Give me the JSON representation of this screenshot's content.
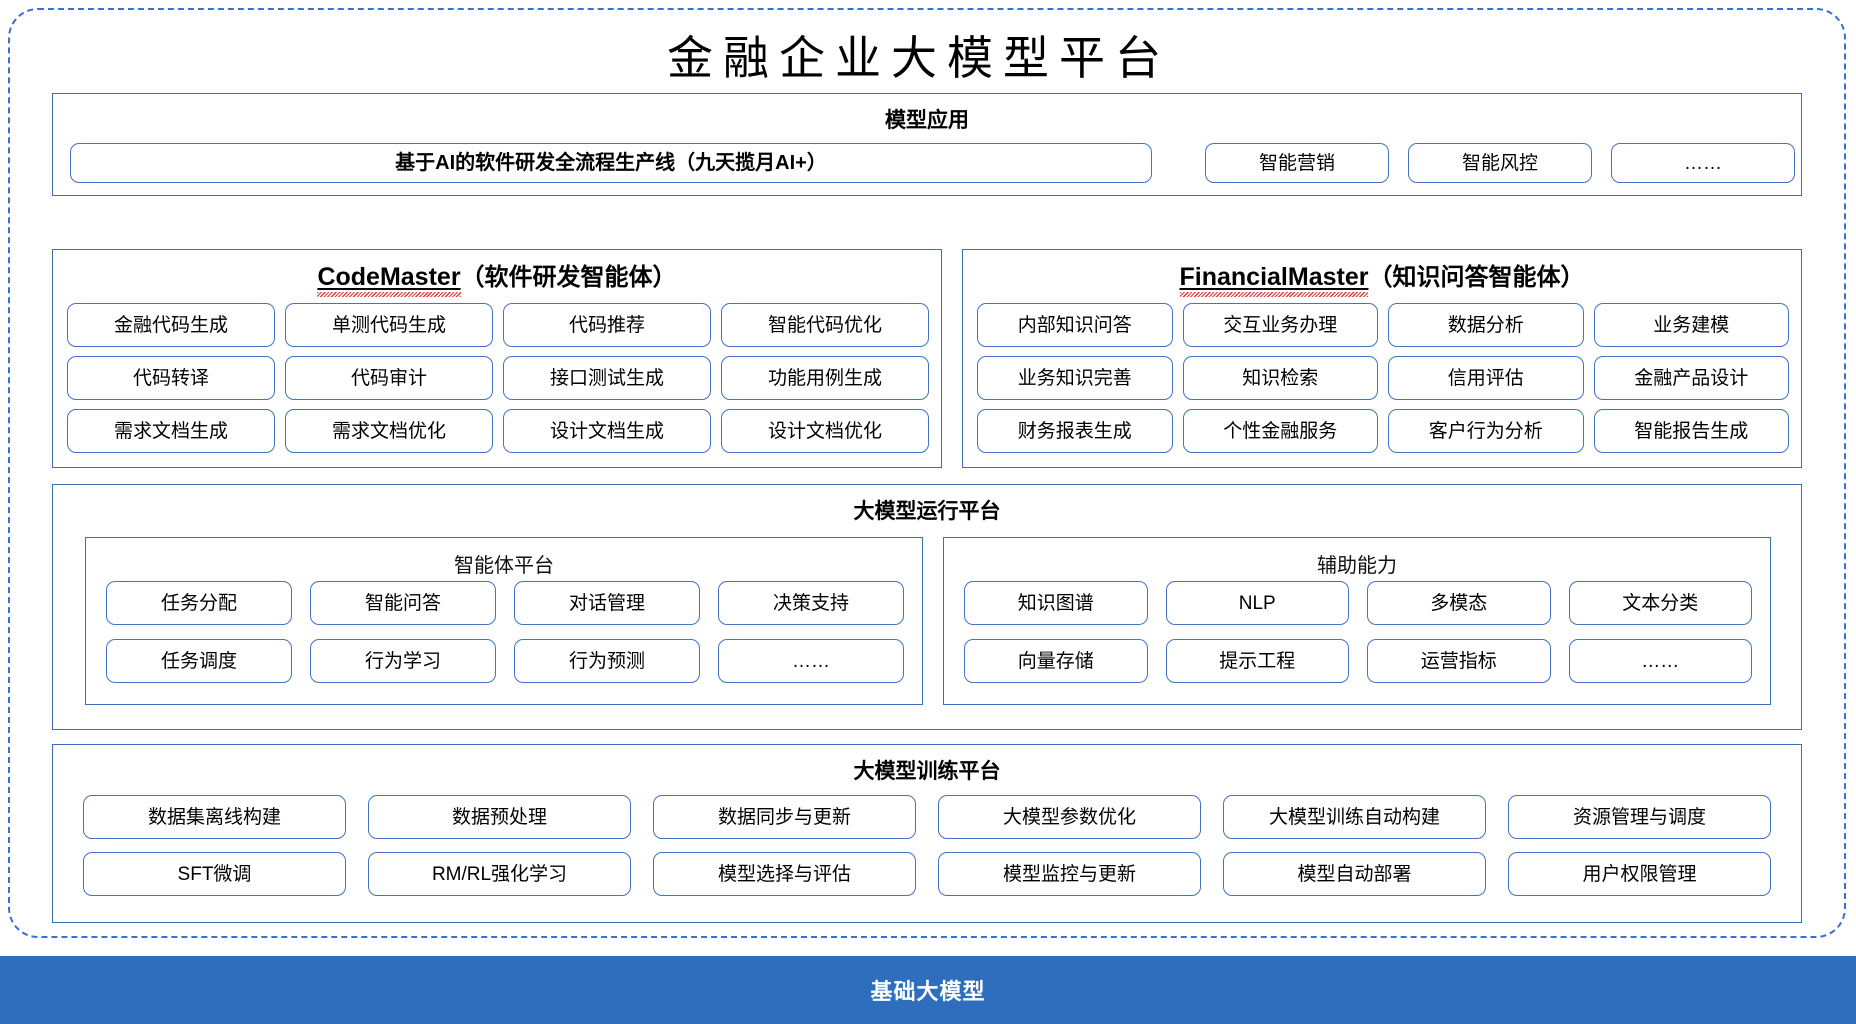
{
  "page": {
    "title": "金融企业大模型平台"
  },
  "sections": {
    "model_application": {
      "title": "模型应用",
      "banner": "基于AI的软件研发全流程生产线（九天揽月AI+）",
      "items": [
        "智能营销",
        "智能风控",
        "……"
      ]
    },
    "code_master": {
      "title_en": "CodeMaster",
      "title_cn": "（软件研发智能体）",
      "items": [
        "金融代码生成",
        "单测代码生成",
        "代码推荐",
        "智能代码优化",
        "代码转译",
        "代码审计",
        "接口测试生成",
        "功能用例生成",
        "需求文档生成",
        "需求文档优化",
        "设计文档生成",
        "设计文档优化"
      ]
    },
    "financial_master": {
      "title_en": "FinancialMaster",
      "title_cn": "（知识问答智能体）",
      "items": [
        "内部知识问答",
        "交互业务办理",
        "数据分析",
        "业务建模",
        "业务知识完善",
        "知识检索",
        "信用评估",
        "金融产品设计",
        "财务报表生成",
        "个性金融服务",
        "客户行为分析",
        "智能报告生成"
      ]
    },
    "runtime_platform": {
      "title": "大模型运行平台",
      "agent_platform": {
        "title": "智能体平台",
        "items": [
          "任务分配",
          "智能问答",
          "对话管理",
          "决策支持",
          "任务调度",
          "行为学习",
          "行为预测",
          "……"
        ]
      },
      "auxiliary_capability": {
        "title": "辅助能力",
        "items": [
          "知识图谱",
          "NLP",
          "多模态",
          "文本分类",
          "向量存储",
          "提示工程",
          "运营指标",
          "……"
        ]
      }
    },
    "training_platform": {
      "title": "大模型训练平台",
      "items": [
        "数据集离线构建",
        "数据预处理",
        "数据同步与更新",
        "大模型参数优化",
        "大模型训练自动构建",
        "资源管理与调度",
        "SFT微调",
        "RM/RL强化学习",
        "模型选择与评估",
        "模型监控与更新",
        "模型自动部署",
        "用户权限管理"
      ]
    },
    "foundation": {
      "label": "基础大模型"
    }
  },
  "colors": {
    "frame_border": "#3B6FD4",
    "panel_border": "#3E6DB5",
    "pill_border": "#4472C4",
    "foundation_band": "#2E6EBC",
    "spellcheck_squiggle": "#E03030"
  }
}
